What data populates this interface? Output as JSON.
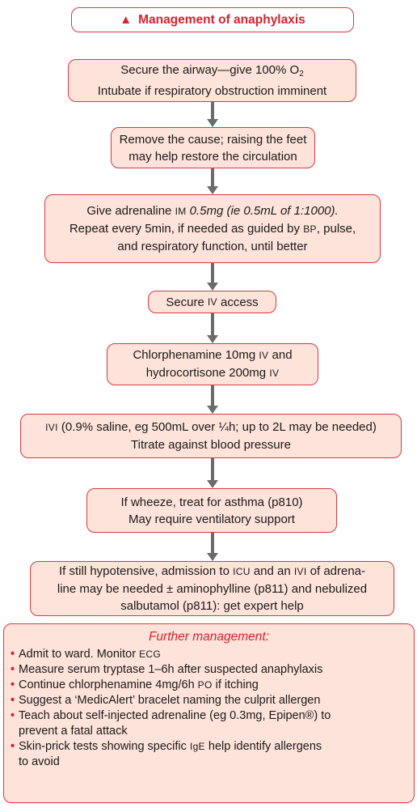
{
  "title": {
    "icon": "warning-triangle-icon",
    "text": "Management of anaphylaxis"
  },
  "steps": {
    "airway": {
      "l1a": "Secure the airway—give 100% O",
      "l1sub": "2",
      "l2": "Intubate if respiratory obstruction imminent"
    },
    "remove_cause": {
      "l1": "Remove the cause; raising the feet",
      "l2": "may help restore the circulation"
    },
    "adrenaline": {
      "l1a": "Give adrenaline ",
      "l1b": "IM",
      "l1c": " 0.5mg (ie 0.5mL of 1:1000).",
      "l2a": "Repeat every 5min, if needed as guided by ",
      "l2b": "BP",
      "l2c": ", pulse,",
      "l3": "and respiratory function, until better"
    },
    "iv_access": {
      "a": "Secure ",
      "b": "IV",
      "c": " access"
    },
    "chlorphenamine": {
      "l1a": "Chlorphenamine 10mg ",
      "l1b": "IV",
      "l1c": " and",
      "l2a": "hydrocortisone 200mg ",
      "l2b": "IV"
    },
    "ivi": {
      "l1a": "IVI",
      "l1b": " (0.9% saline, eg 500mL over ¼h; up to 2L may be needed)",
      "l2": "Titrate against blood pressure"
    },
    "wheeze": {
      "l1": "If wheeze, treat for asthma (p810)",
      "l2": "May require ventilatory support"
    },
    "hypotensive": {
      "l1a": "If still hypotensive, admission to ",
      "l1b": "ICU",
      "l1c": " and an ",
      "l1d": "IVI",
      "l1e": " of adrena-",
      "l2": "line may be needed ± aminophylline (p811) and nebulized",
      "l3": "salbutamol (p811): get expert help"
    }
  },
  "further": {
    "heading": "Further management:",
    "b1a": "Admit to ward. Monitor ",
    "b1b": "ECG",
    "b2": "Measure serum tryptase 1–6h after suspected anaphylaxis",
    "b3a": "Continue chlorphenamine 4mg/6h ",
    "b3b": "PO",
    "b3c": " if itching",
    "b4": "Suggest a ‘MedicAlert’ bracelet naming the culprit allergen",
    "b5l1": "Teach about self-injected adrenaline (eg 0.3mg, Epipen®) to",
    "b5l2": "prevent a fatal attack",
    "b6l1a": "Skin-prick tests showing specific ",
    "b6l1b": "IgE",
    "b6l1c": " help identify allergens",
    "b6l2": "to avoid"
  },
  "colors": {
    "accent": "#d6212f",
    "box_fill": "#fde3da",
    "arrow": "#6b6b6b"
  }
}
